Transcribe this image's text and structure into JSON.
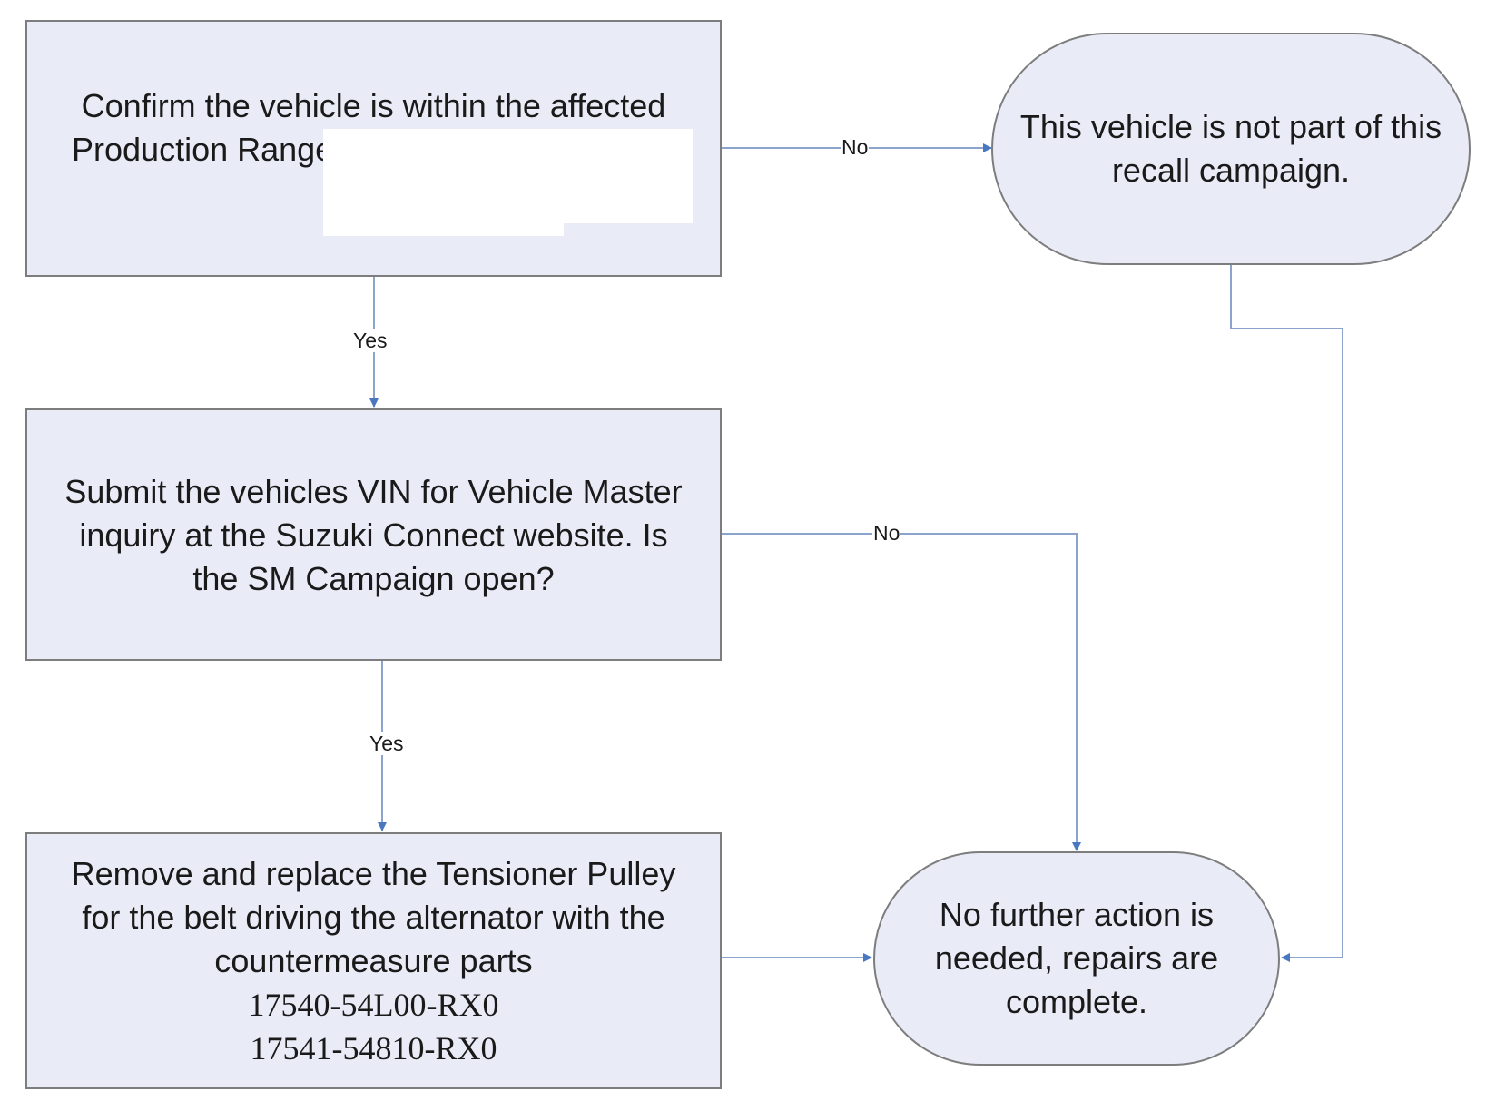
{
  "nodes": {
    "confirm_range": {
      "lines": [
        "Confirm the vehicle is within the affected",
        "Production Range."
      ]
    },
    "submit_vin": {
      "lines": [
        "Submit the vehicles VIN for Vehicle Master",
        "inquiry at the Suzuki Connect website. Is",
        "the SM Campaign open?"
      ]
    },
    "replace_pulley": {
      "lines": [
        "Remove and replace the Tensioner Pulley",
        "for the belt driving the alternator with the",
        "countermeasure parts"
      ],
      "part_numbers": [
        "17540-54L00-RX0",
        "17541-54810-RX0"
      ]
    },
    "not_part": {
      "lines": [
        "This vehicle is not part of this",
        "recall campaign."
      ]
    },
    "no_further_action": {
      "lines": [
        "No further action is",
        "needed, repairs are",
        "complete."
      ]
    }
  },
  "edges": {
    "confirm_no": "No",
    "confirm_yes": "Yes",
    "submit_no": "No",
    "submit_yes": "Yes"
  },
  "colors": {
    "box_fill": "#e9ebf7",
    "box_border": "#7d7d7d",
    "connector": "#8aa4cc",
    "arrowhead": "#4a78c0"
  }
}
